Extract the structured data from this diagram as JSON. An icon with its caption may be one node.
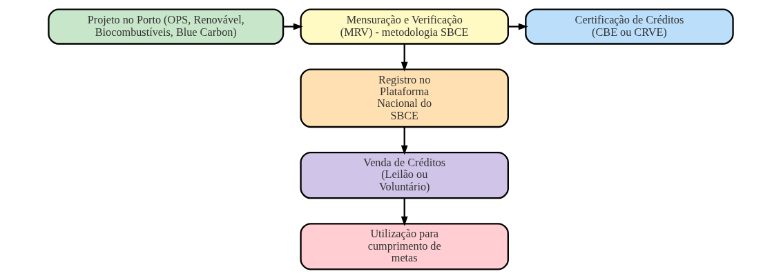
{
  "diagram": {
    "nodes": [
      {
        "text": [
          "Projeto no Porto (OPS, Renovável, Biocombustíveis, Blue Carbon)"
        ]
      },
      {
        "text": [
          "Mensuração e Verificação (MRV) - metodologia SBCE"
        ]
      },
      {
        "text": [
          "Certificação de Créditos (CBE ou CRVE)"
        ]
      },
      {
        "text": [
          "Registro no Plataforma Nacional do SBCE"
        ]
      },
      {
        "text": [
          "Venda de Créditos (Leilão ou Voluntário)"
        ]
      },
      {
        "text": [
          "Utilização para cumprimento de metas"
        ]
      }
    ],
    "edges": [
      {
        "from": 0,
        "to": 1,
        "arrow": "to"
      },
      {
        "from": 1,
        "to": 2,
        "arrow": "to"
      },
      {
        "from": 1,
        "to": 3,
        "arrow": "to"
      },
      {
        "from": 3,
        "to": 4,
        "arrow": "to"
      },
      {
        "from": 4,
        "to": 5,
        "arrow": "to"
      }
    ]
  }
}
